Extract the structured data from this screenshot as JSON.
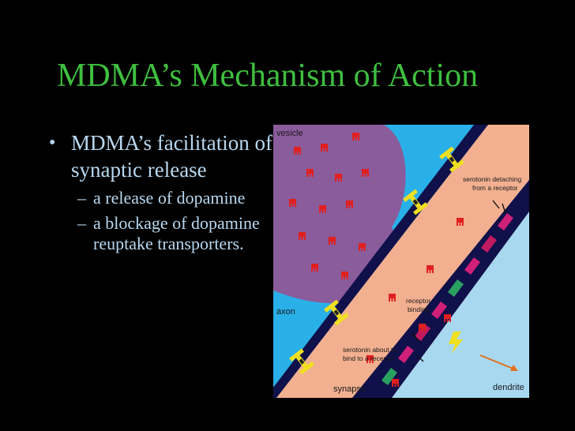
{
  "slide": {
    "title": "MDMA’s Mechanism of Action",
    "bullet_main": "MDMA’s facilitation of synaptic release",
    "sub_bullets": [
      "a release of dopamine",
      "a blockage of dopamine reuptake transporters."
    ],
    "colors": {
      "background": "#000000",
      "title": "#3fbf3f",
      "body_text": "#b8d8f0"
    }
  },
  "figure": {
    "labels": {
      "vesicle": "vesicle",
      "axon": "axon",
      "synapse": "synapse",
      "dendrite": "dendrite",
      "detach_line1": "serotonin detaching",
      "detach_line2": "from a receptor",
      "receptor_line1": "receptor",
      "receptor_line2": "binding",
      "about_line1": "serotonin about to",
      "about_line2": "bind to a receptor"
    },
    "colors": {
      "axon": "#2ab0e8",
      "vesicle": "#8a5c9c",
      "membrane": "#10104a",
      "cleft": "#f2b090",
      "dendrite": "#a8d8f0",
      "transporter": "#f0e020",
      "molecule": "#e02020",
      "arrow": "#e07020"
    }
  }
}
